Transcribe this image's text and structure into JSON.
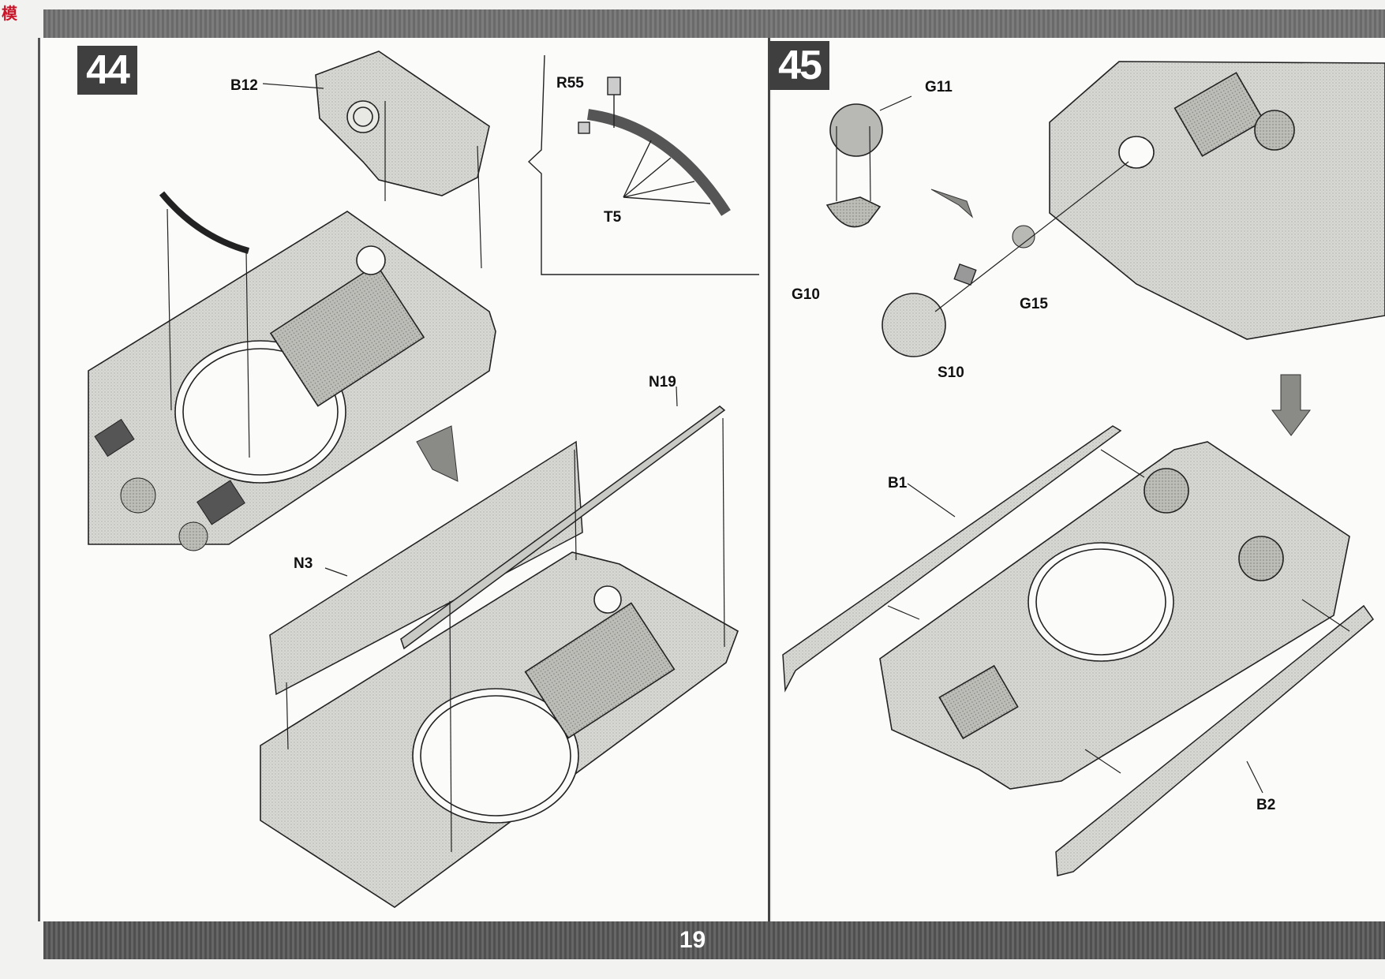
{
  "page": {
    "number": "19"
  },
  "watermark": {
    "logo_text": "模",
    "url": ""
  },
  "steps": [
    {
      "number": "44",
      "labels": {
        "b12": "B12",
        "r55": "R55",
        "t5": "T5",
        "n19": "N19",
        "n3": "N3"
      }
    },
    {
      "number": "45",
      "labels": {
        "g11": "G11",
        "g10": "G10",
        "g15": "G15",
        "s10": "S10",
        "b1": "B1",
        "b2": "B2"
      }
    }
  ],
  "colors": {
    "band": "#6a6a6a",
    "step_box": "#3f3f3f",
    "part_fill": "#d6d6d2",
    "line": "#222222"
  }
}
